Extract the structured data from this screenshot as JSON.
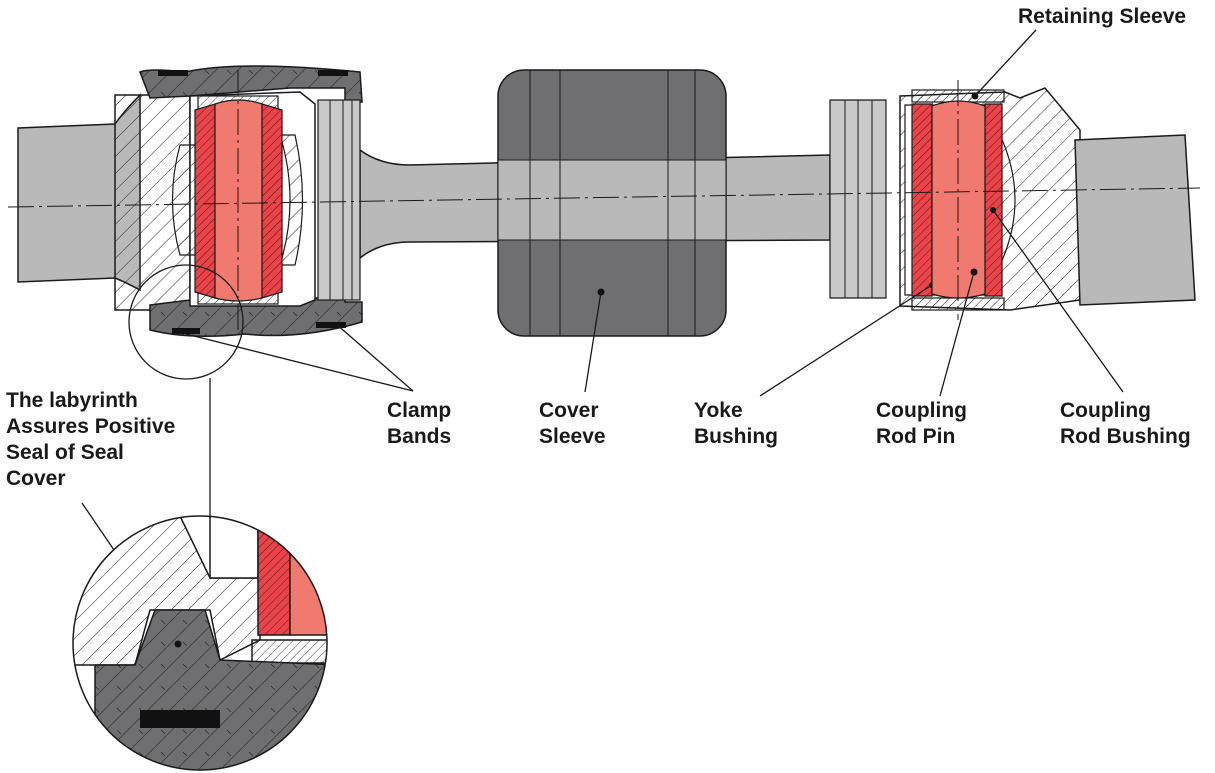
{
  "labels": {
    "retaining_sleeve": "Retaining Sleeve",
    "labyrinth": [
      "The labyrinth",
      "Assures Positive",
      "Seal of Seal",
      "Cover"
    ],
    "clamp_bands": [
      "Clamp",
      "Bands"
    ],
    "cover_sleeve": [
      "Cover",
      "Sleeve"
    ],
    "yoke_bushing": [
      "Yoke",
      "Bushing"
    ],
    "coupling_rod_pin": [
      "Coupling",
      "Rod Pin"
    ],
    "coupling_rod_bushing": [
      "Coupling",
      "Rod Bushing"
    ]
  },
  "colors": {
    "shaft_gray": "#b9b9b9",
    "dark_rubber": "#6f6f72",
    "pin_red": "#f07a70",
    "bushing_red": "#e8444a",
    "outline": "#1a1a1a"
  }
}
